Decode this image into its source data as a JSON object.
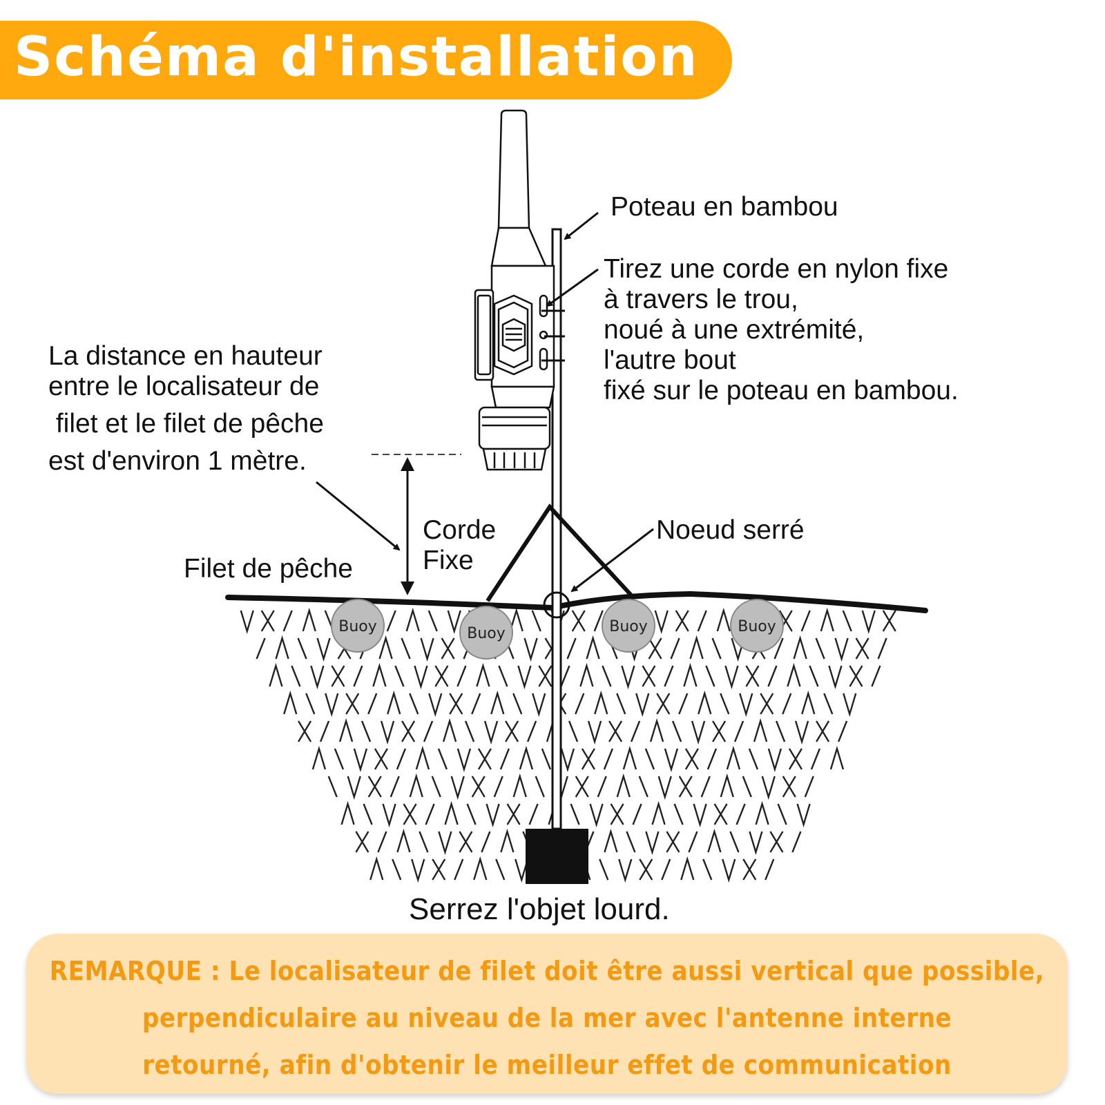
{
  "title": "Schéma d'installation",
  "labels": {
    "pole": "Poteau en bambou",
    "nylon": [
      "Tirez une corde en nylon fixe",
      "à travers le trou,",
      "noué à une extrémité,",
      "l'autre bout",
      "fixé sur le poteau en bambou."
    ],
    "distance": [
      "La distance en hauteur",
      "entre le localisateur de",
      " filet et le filet de pêche",
      "est d'environ 1 mètre."
    ],
    "rope": [
      "Corde",
      "Fixe"
    ],
    "knot": "Noeud serré",
    "net": "Filet de pêche",
    "weight": "Serrez l'objet lourd."
  },
  "buoys": [
    "Buoy",
    "Buoy",
    "Buoy",
    "Buoy"
  ],
  "note": [
    "REMARQUE : Le localisateur de filet doit être aussi vertical que possible,",
    "perpendiculaire au niveau de la mer avec l'antenne interne",
    "retourné, afin d'obtenir le meilleur effet de communication"
  ],
  "colors": {
    "banner": "#ffa90f",
    "note_background": "#fee2b4",
    "note_text": "#f39a12",
    "buoy": "#bdbdbd"
  }
}
